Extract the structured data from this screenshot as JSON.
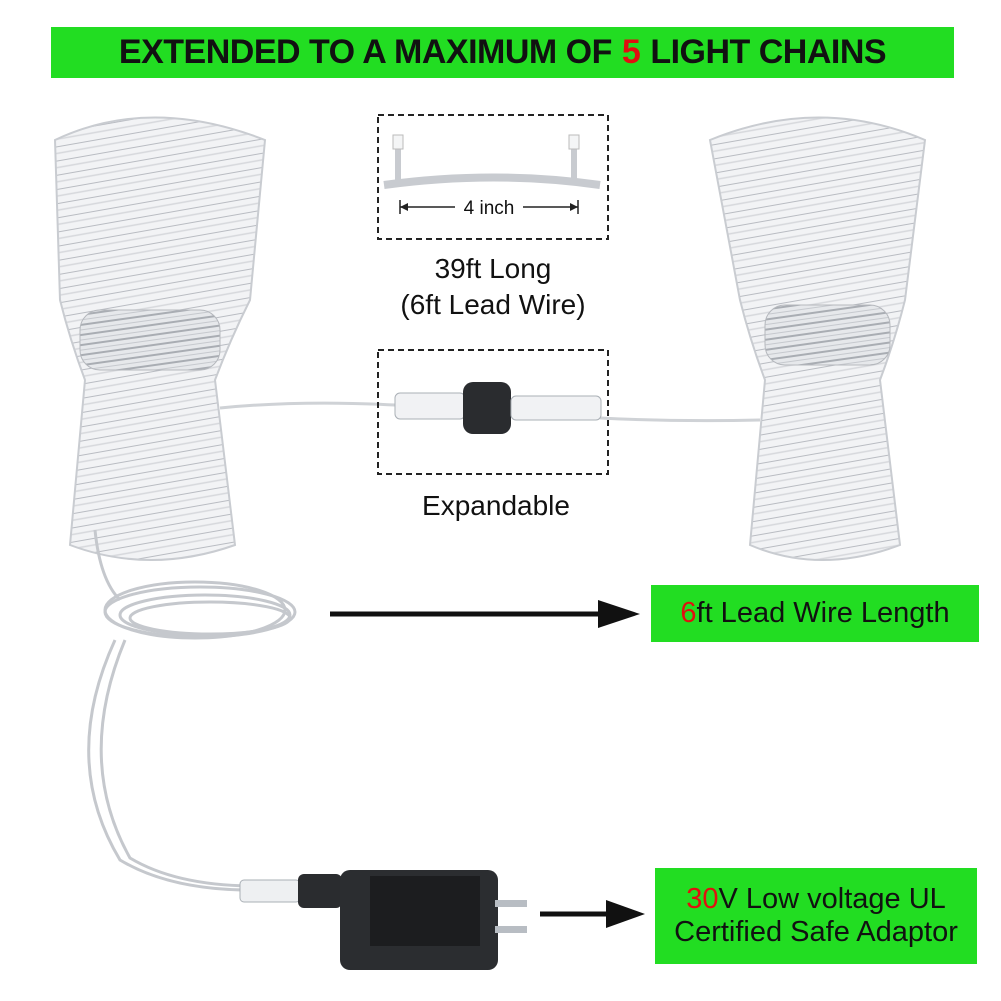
{
  "banner": {
    "prefix": "EXTENDED TO A MAXIMUM OF",
    "number": "5",
    "suffix": "LIGHT CHAINS"
  },
  "spacing_label": "4 inch",
  "length_line1": "39ft Long",
  "length_line2": "(6ft Lead Wire)",
  "expandable_label": "Expandable",
  "lead_wire": {
    "number": "6",
    "rest": "ft Lead Wire Length"
  },
  "adaptor": {
    "number": "30",
    "line1_rest": "V Low voltage UL",
    "line2": "Certified Safe Adaptor"
  },
  "colors": {
    "banner_green": "#22dd22",
    "highlight_red": "#e01010"
  }
}
